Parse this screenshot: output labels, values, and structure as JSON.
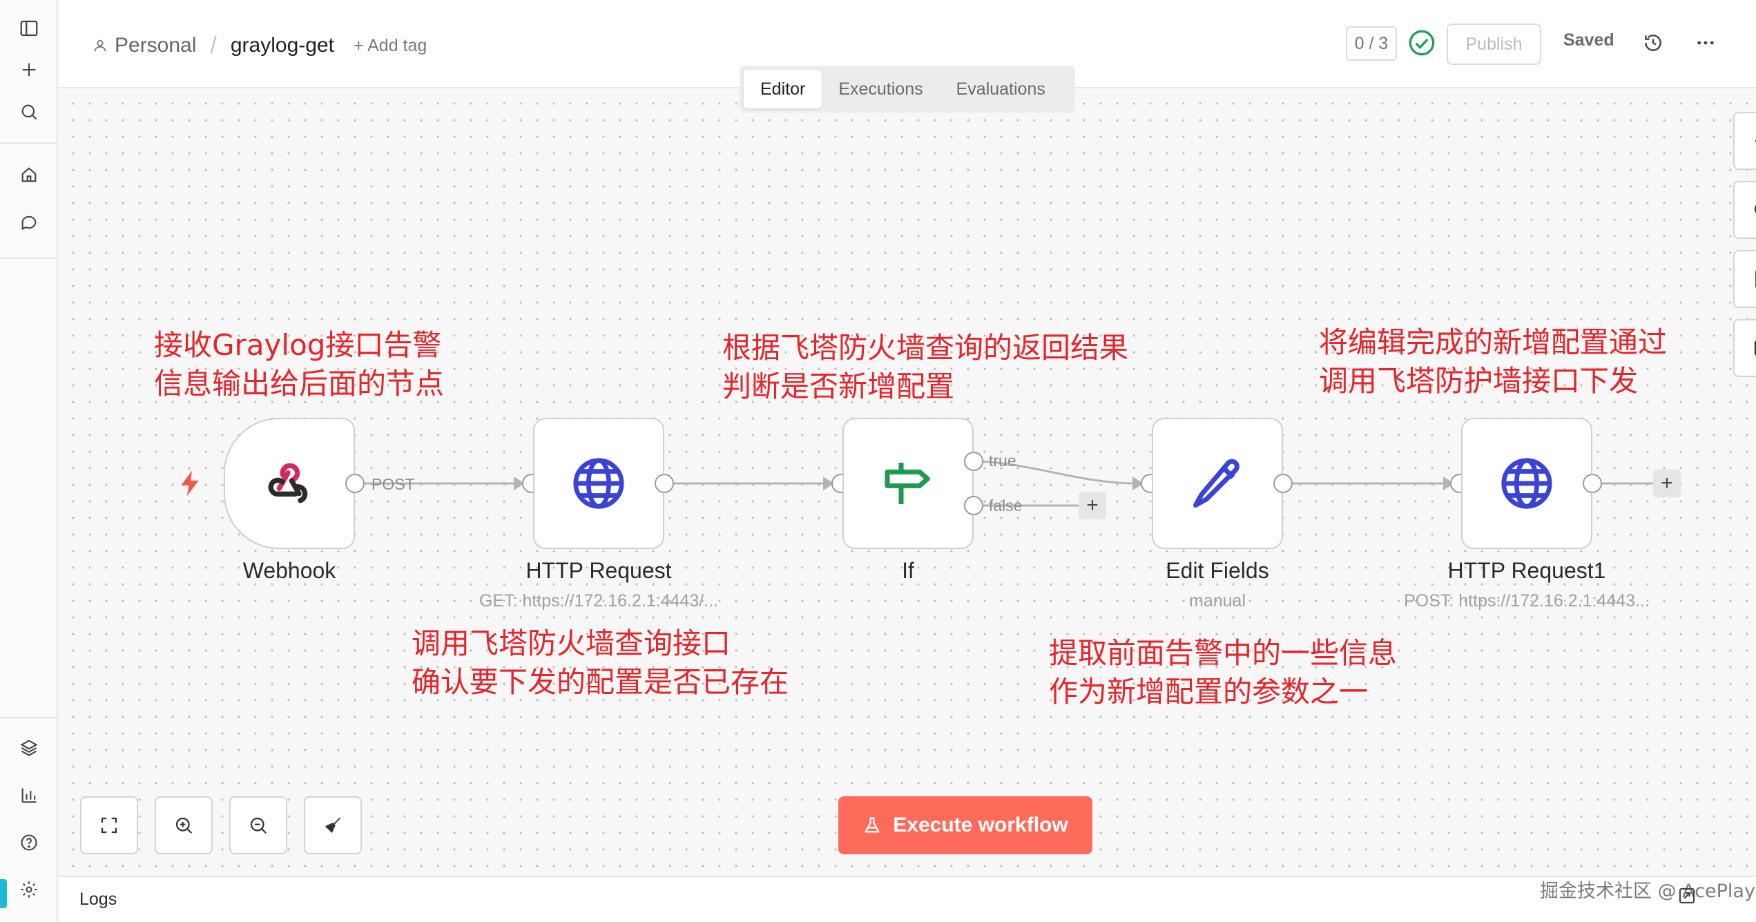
{
  "breadcrumb": {
    "owner": "Personal",
    "workflow_name": "graylog-get",
    "add_tag": "+ Add tag"
  },
  "header": {
    "counter": "0 / 3",
    "publish_label": "Publish",
    "saved_label": "Saved"
  },
  "tabs": [
    {
      "label": "Editor",
      "active": true
    },
    {
      "label": "Executions",
      "active": false
    },
    {
      "label": "Evaluations",
      "active": false
    }
  ],
  "nodes": [
    {
      "label": "Webhook",
      "subtitle": "",
      "icon": "webhook-icon"
    },
    {
      "label": "HTTP Request",
      "subtitle": "GET: https://172.16.2.1:4443/...",
      "icon": "globe-icon"
    },
    {
      "label": "If",
      "subtitle": "",
      "icon": "signpost-icon"
    },
    {
      "label": "Edit Fields",
      "subtitle": "manual",
      "icon": "pen-icon"
    },
    {
      "label": "HTTP Request1",
      "subtitle": "POST: https://172.16.2.1:4443...",
      "icon": "globe-icon"
    }
  ],
  "edges": {
    "webhook_label": "POST",
    "if_true": "true",
    "if_false": "false"
  },
  "annotations": [
    {
      "line1": "接收Graylog接口告警",
      "line2": "信息输出给后面的节点"
    },
    {
      "line1": "根据飞塔防火墙查询的返回结果",
      "line2": "判断是否新增配置"
    },
    {
      "line1": "将编辑完成的新增配置通过",
      "line2": "调用飞塔防护墙接口下发"
    },
    {
      "line1": "调用飞塔防火墙查询接口",
      "line2": "确认要下发的配置是否已存在"
    },
    {
      "line1": "提取前面告警中的一些信息",
      "line2": "作为新增配置的参数之一"
    }
  ],
  "execute_label": "Execute workflow",
  "logs_label": "Logs",
  "watermark": "掘金技术社区 @ AcePlay",
  "colors": {
    "execute": "#fe6b5a",
    "annotation": "#e3262b",
    "globe": "#3a43d6",
    "pen": "#3a43d6",
    "signpost": "#1d9a4f",
    "webhook_red": "#d6285e",
    "success": "#22a05a"
  }
}
